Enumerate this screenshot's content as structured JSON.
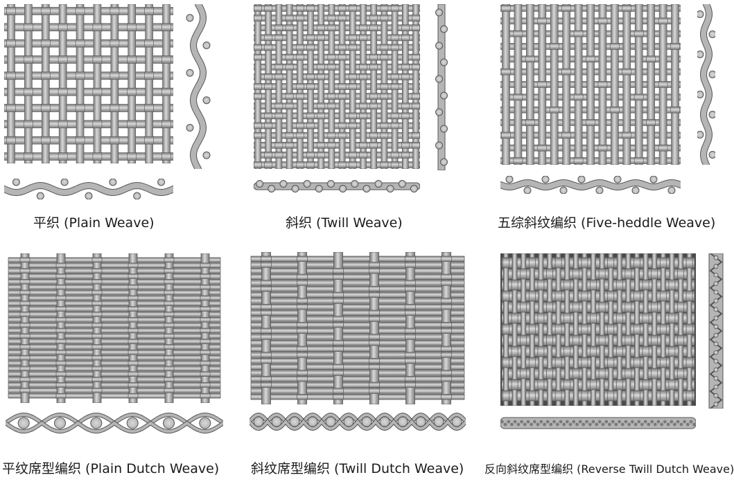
{
  "captions": {
    "plain": "平织 (Plain Weave)",
    "twill": "斜织 (Twill Weave)",
    "five_heddle": "五综斜纹编织 (Five-heddle Weave)",
    "plain_dutch": "平纹席型编织 (Plain Dutch Weave)",
    "twill_dutch": "斜纹席型编织 (Twill Dutch Weave)",
    "reverse_twill_dutch": "反向斜纹席型编织 (Reverse Twill Dutch Weave)"
  },
  "colors": {
    "wire_light": "#d9d9d9",
    "wire_mid": "#b5b5b5",
    "wire_dark": "#7a7a7a",
    "wire_stroke": "#555555",
    "dense_dark": "#4a4a4a"
  }
}
